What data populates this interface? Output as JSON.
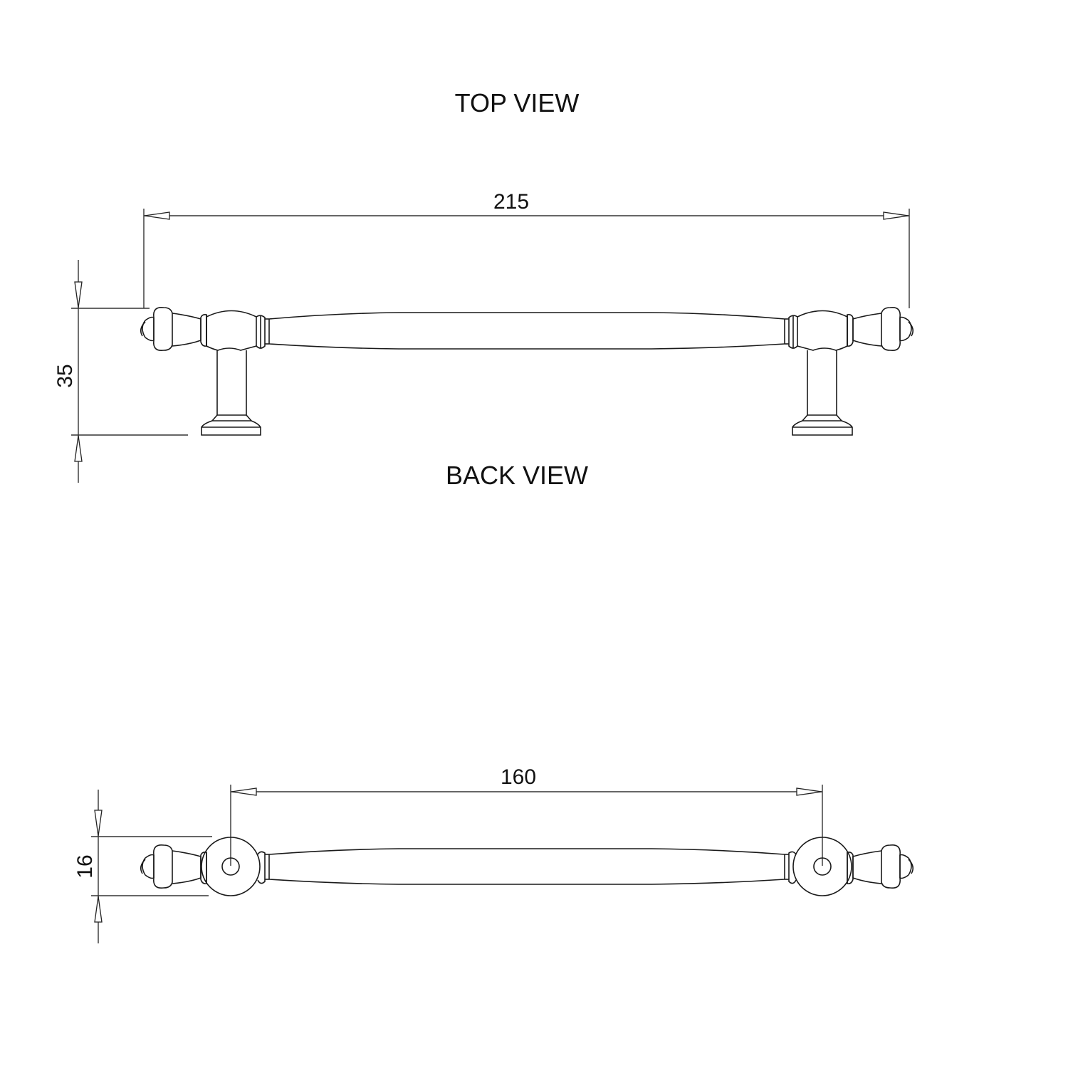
{
  "drawing": {
    "top_view": {
      "title": "TOP VIEW",
      "overall_length_label": "215",
      "projection_height_label": "35"
    },
    "back_view": {
      "title": "BACK VIEW",
      "hole_spacing_label": "160",
      "diameter_label": "16"
    },
    "colors": {
      "line": "#1a1a1a",
      "background": "#ffffff"
    }
  }
}
